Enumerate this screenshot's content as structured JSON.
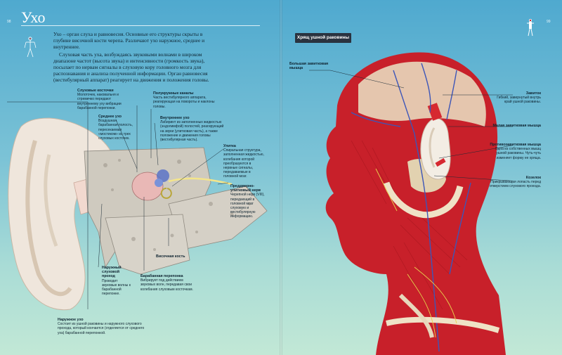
{
  "page_numbers": {
    "left": "98",
    "right": "99"
  },
  "title": "Ухо",
  "intro": [
    "Ухо – орган слуха и равновесия. Основные его структуры скрыты в глубине височной кости черепа. Различают ухо наружное, среднее и внутреннее.",
    "Слуховая часть уха, возбуждаясь звуковыми волнами в широком диапазоне частот (высота звука) и интенсивности (громкость звука), посылает по нервам сигналы в слуховую кору головного мозга для распознавания и анализа полученной информации. Орган равновесия (вестибулярный аппарат) реагирует на движения и положения головы."
  ],
  "left_labels": [
    {
      "id": "ossicles",
      "h": "Слуховые косточки",
      "d": "Молоточек, наковальня и стремечко передают внутреннему уху вибрации барабанной перепонки."
    },
    {
      "id": "middle",
      "h": "Среднее ухо",
      "d": "Воздушная барабанная полость, пересекаемая «мостиком» из трех слуховых косточек."
    },
    {
      "id": "canals",
      "h": "Полукружные каналы",
      "d": "Часть вестибулярного аппарата, реагирующая на повороты и наклоны головы."
    },
    {
      "id": "inner",
      "h": "Внутреннее ухо",
      "d": "Лабиринт из заполненных жидкостью (эндолимфой) полостей, реагирующий на звуки (улитковая часть), а также положение и движения головы (вестибулярная часть)."
    },
    {
      "id": "cochlea",
      "h": "Улитка",
      "d": "Спиральная структура, заполненная жидкостью, колебания которой преобразуются в нервные сигналы, передаваемые в головной мозг."
    },
    {
      "id": "nerve",
      "h": "Преддверно-улитковый нерв",
      "d": "Черепной нерв (VIII), передающий в головной мозг слуховую и вестибулярную информацию."
    },
    {
      "id": "temporal",
      "h": "Височная кость",
      "d": ""
    },
    {
      "id": "canal",
      "h": "Наружный слуховой проход",
      "d": "Проводит звуковые волны к барабанной перепонке."
    },
    {
      "id": "drum",
      "h": "Барабанная перепонка",
      "d": "Вибрирует под действием звуковых волн, передавая свои колебания слуховым косточкам."
    },
    {
      "id": "outer",
      "h": "Наружное ухо",
      "d": "Состоит из ушной раковины и наружного слухового прохода, который кончается (отделяется от среднего уха) барабанной перепонкой."
    }
  ],
  "section_header": "Хрящ ушной раковины",
  "right_labels": [
    {
      "id": "helix_major",
      "h": "Большая завитковая мышца",
      "d": ""
    },
    {
      "id": "helix",
      "h": "Завиток",
      "d": "Гибкий, завернутый внутрь край ушной раковины."
    },
    {
      "id": "helix_minor",
      "h": "Малая завитковая мышца",
      "d": ""
    },
    {
      "id": "antitragus",
      "h": "Противозавитковая мышца",
      "d": "Одна из собственных мышц ушной раковины. Чуть-чуть изменяет форму ее хряща."
    },
    {
      "id": "tragus",
      "h": "Козелок",
      "d": "Прикрывающая лопасть перед отверстием слухового прохода."
    }
  ],
  "colors": {
    "bg_top": "#4fa9cf",
    "bg_bottom": "#c2e8d6",
    "muscle": "#c8202a",
    "vein": "#3d56b8",
    "cartilage": "#e8dcc8",
    "header_box": "#2a3340"
  }
}
